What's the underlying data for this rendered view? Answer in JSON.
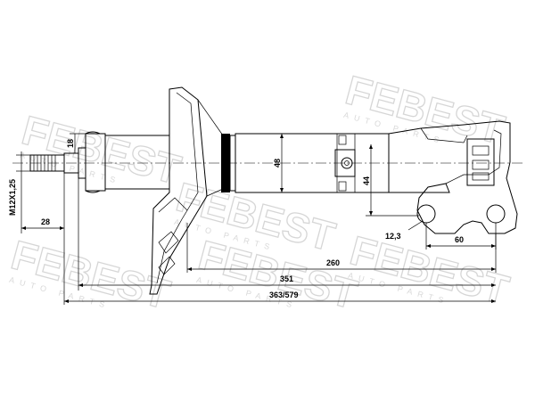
{
  "watermark": {
    "brand": "FEBEST",
    "tagline": "AUTO PARTS"
  },
  "dimensions": {
    "thread": "M12X1,25",
    "rod_diameter": "18",
    "thread_length": "28",
    "body_diameter": "48",
    "bracket_offset": "44",
    "hole_diameter": "12,3",
    "hole_spacing": "60",
    "length_to_spring_seat": "260",
    "body_length": "351",
    "total_length": "363/579"
  }
}
